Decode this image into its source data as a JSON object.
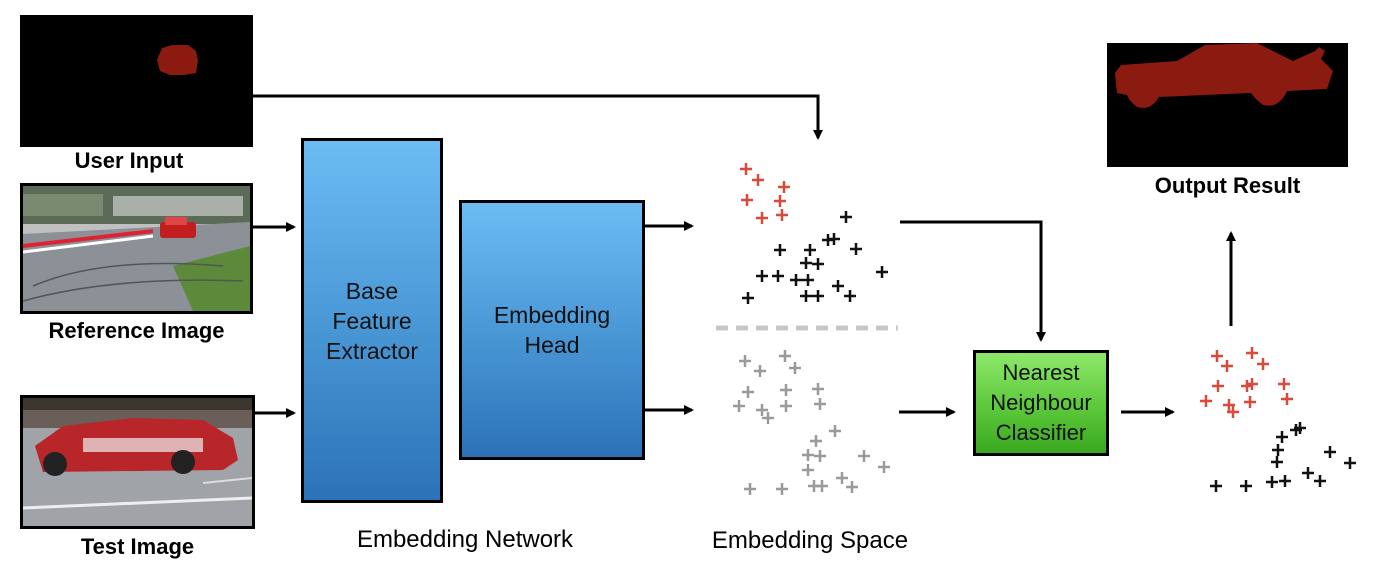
{
  "inputs": {
    "user_input_label": "User Input",
    "reference_label": "Reference Image",
    "test_label": "Test Image"
  },
  "network": {
    "base_label": "Base\nFeature\nExtractor",
    "head_label": "Embedding\nHead",
    "caption": "Embedding Network"
  },
  "space": {
    "caption": "Embedding Space"
  },
  "classifier": {
    "label": "Nearest\nNeighbour\nClassifier"
  },
  "output": {
    "label": "Output Result"
  },
  "colors": {
    "mask_red": "#8b1a10",
    "positive": "#d94a3a",
    "negative": "#111111",
    "unlabeled": "#9a9a9a",
    "block_blue": "#4a98d6",
    "block_green": "#5cc83a"
  }
}
